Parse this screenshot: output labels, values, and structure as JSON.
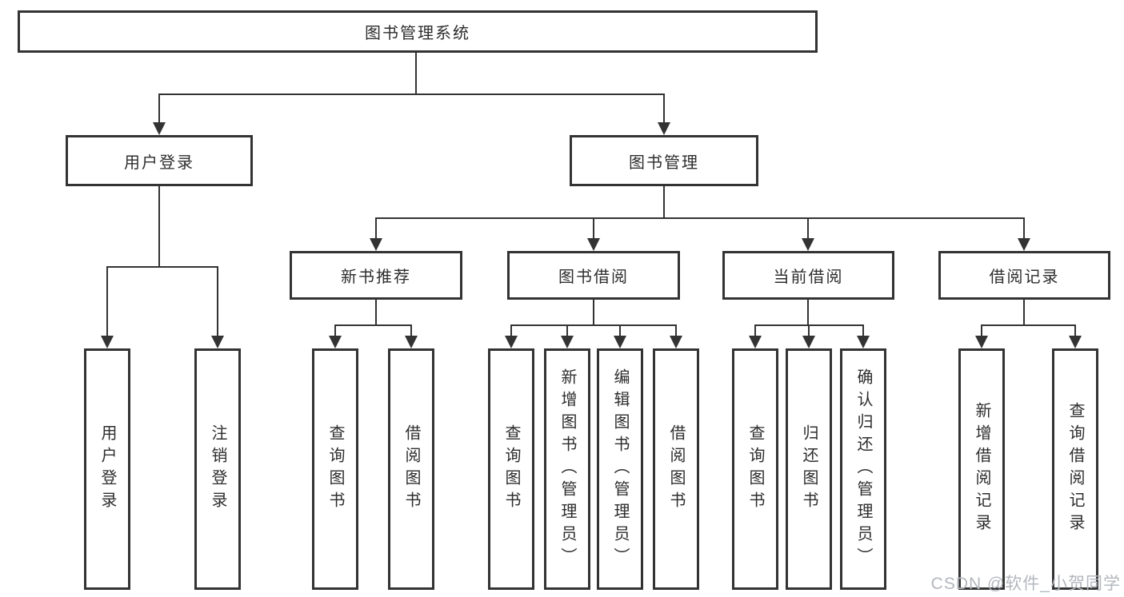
{
  "diagram": {
    "tree": {
      "label": "图书管理系统",
      "children": [
        {
          "label": "用户登录",
          "children": [
            {
              "label": "用户登录"
            },
            {
              "label": "注销登录"
            }
          ]
        },
        {
          "label": "图书管理",
          "children": [
            {
              "label": "新书推荐",
              "children": [
                {
                  "label": "查询图书"
                },
                {
                  "label": "借阅图书"
                }
              ]
            },
            {
              "label": "图书借阅",
              "children": [
                {
                  "label": "查询图书"
                },
                {
                  "label": "新增图书（管理员）"
                },
                {
                  "label": "编辑图书（管理员）"
                },
                {
                  "label": "借阅图书"
                }
              ]
            },
            {
              "label": "当前借阅",
              "children": [
                {
                  "label": "查询图书"
                },
                {
                  "label": "归还图书"
                },
                {
                  "label": "确认归还（管理员）"
                }
              ]
            },
            {
              "label": "借阅记录",
              "children": [
                {
                  "label": "新增借阅记录"
                },
                {
                  "label": "查询借阅记录"
                }
              ]
            }
          ]
        }
      ]
    }
  },
  "watermark": {
    "text": "CSDN @软件_小贺同学"
  },
  "colors": {
    "line": "#333333",
    "text": "#2d2d2d",
    "watermark": "#b3b7bd",
    "background": "#ffffff"
  }
}
